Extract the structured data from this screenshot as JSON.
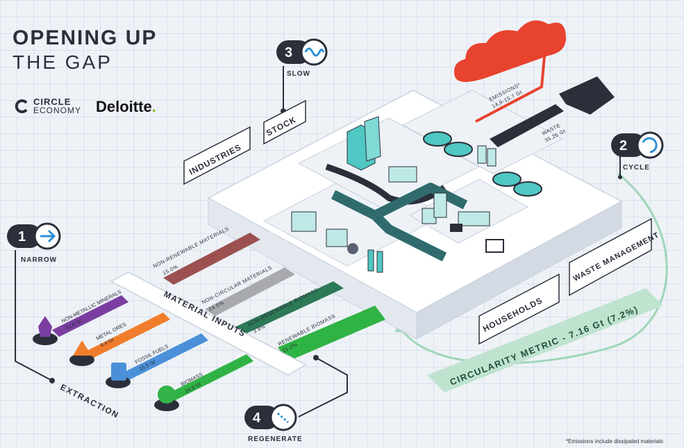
{
  "title": {
    "line1": "OPENING UP",
    "line2": "THE GAP"
  },
  "logos": {
    "circle_line1": "CIRCLE",
    "circle_line2": "ECONOMY",
    "deloitte": "Deloitte",
    "deloitte_dot": "."
  },
  "steps": [
    {
      "number": "1",
      "label": "NARROW"
    },
    {
      "number": "2",
      "label": "CYCLE"
    },
    {
      "number": "3",
      "label": "SLOW"
    },
    {
      "number": "4",
      "label": "REGENERATE"
    }
  ],
  "labels": {
    "industries": "INDUSTRIES",
    "stock": "STOCK",
    "households": "HOUSEHOLDS",
    "waste_management": "WASTE MANAGEMENT",
    "material_inputs": "MATERIAL INPUTS",
    "extraction": "EXTRACTION",
    "circularity_metric": "CIRCULARITY METRIC - 7.16 Gt (7.2%)"
  },
  "flows": {
    "emissions": {
      "label": "EMISSIONS*",
      "value": "14.9-15.7 Gt"
    },
    "waste": {
      "label": "WASTE",
      "value": "35.26 Gt"
    },
    "non_renewable_materials": {
      "label": "NON-RENEWABLE MATERIALS",
      "value": "15.0%"
    },
    "non_circular_materials": {
      "label": "NON-CIRCULAR MATERIALS",
      "value": "14.5%"
    },
    "non_renewable_biomass": {
      "label": "NON-RENEWABLE BIOMASS",
      "value": "3.8%"
    },
    "renewable_biomass": {
      "label": "RENEWABLE BIOMASS",
      "value": "21.2%"
    }
  },
  "extraction_items": [
    {
      "label": "NON-METALLIC MINERALS",
      "value": "42.8 Gt",
      "color": "#7a3ea1"
    },
    {
      "label": "METAL ORES",
      "value": "9.4 Gt",
      "color": "#f07d2b"
    },
    {
      "label": "FOSSIL FUELS",
      "value": "15.5 Gt",
      "color": "#4a90d9"
    },
    {
      "label": "BIOMASS",
      "value": "24.9 Gt",
      "color": "#35b34a"
    }
  ],
  "footnote": "*Emissions include dissipated materials",
  "colors": {
    "teal": "#2f8b8a",
    "dark": "#2b2f3a",
    "red": "#e8432f",
    "green": "#2fb344",
    "pale_green": "#bfe3cf"
  }
}
